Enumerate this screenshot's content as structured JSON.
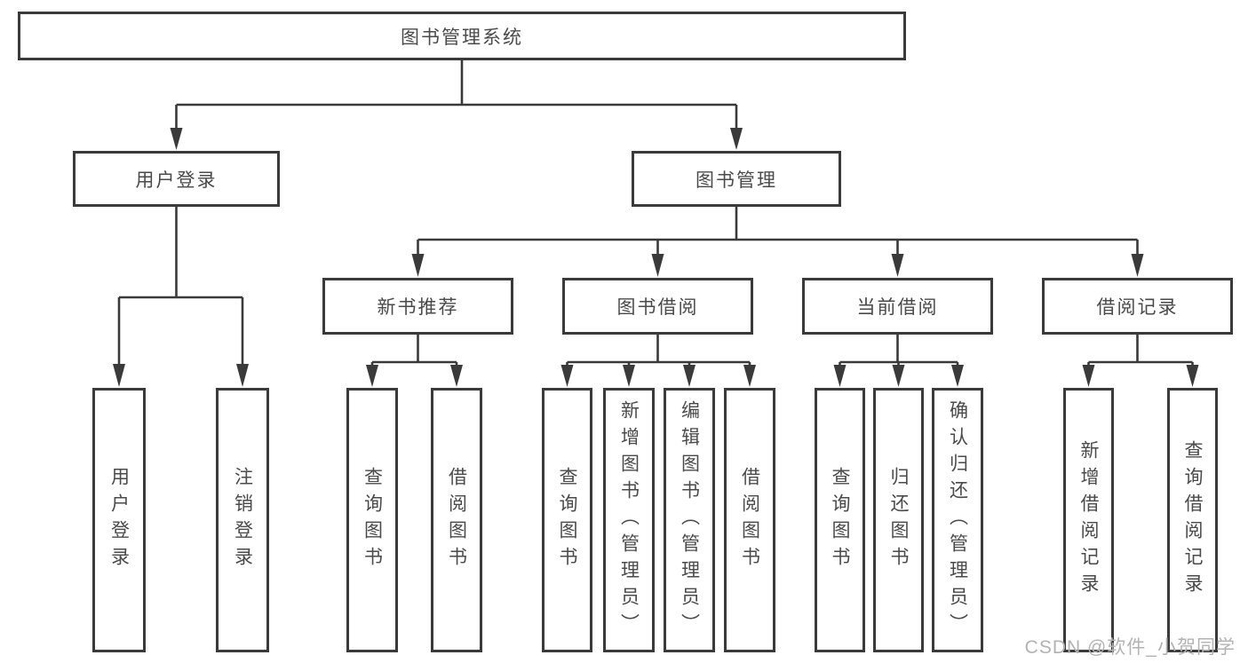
{
  "tree": {
    "label": "图书管理系统",
    "children": [
      {
        "label": "用户登录",
        "children": [
          {
            "label": "用户登录"
          },
          {
            "label": "注销登录"
          }
        ]
      },
      {
        "label": "图书管理",
        "children": [
          {
            "label": "新书推荐",
            "children": [
              {
                "label": "查询图书"
              },
              {
                "label": "借阅图书"
              }
            ]
          },
          {
            "label": "图书借阅",
            "children": [
              {
                "label": "查询图书"
              },
              {
                "label": "新增图书（管理员）"
              },
              {
                "label": "编辑图书（管理员）"
              },
              {
                "label": "借阅图书"
              }
            ]
          },
          {
            "label": "当前借阅",
            "children": [
              {
                "label": "查询图书"
              },
              {
                "label": "归还图书"
              },
              {
                "label": "确认归还（管理员）"
              }
            ]
          },
          {
            "label": "借阅记录",
            "children": [
              {
                "label": "新增借阅记录"
              },
              {
                "label": "查询借阅记录"
              }
            ]
          }
        ]
      }
    ]
  },
  "watermark": {
    "text": "CSDN @软件_小贺同学"
  },
  "colors": {
    "line": "#3a3a3a",
    "box_border": "#3a3a3a",
    "text": "#4a4a4a",
    "background": "#ffffff",
    "watermark": "#b3b3b3"
  }
}
